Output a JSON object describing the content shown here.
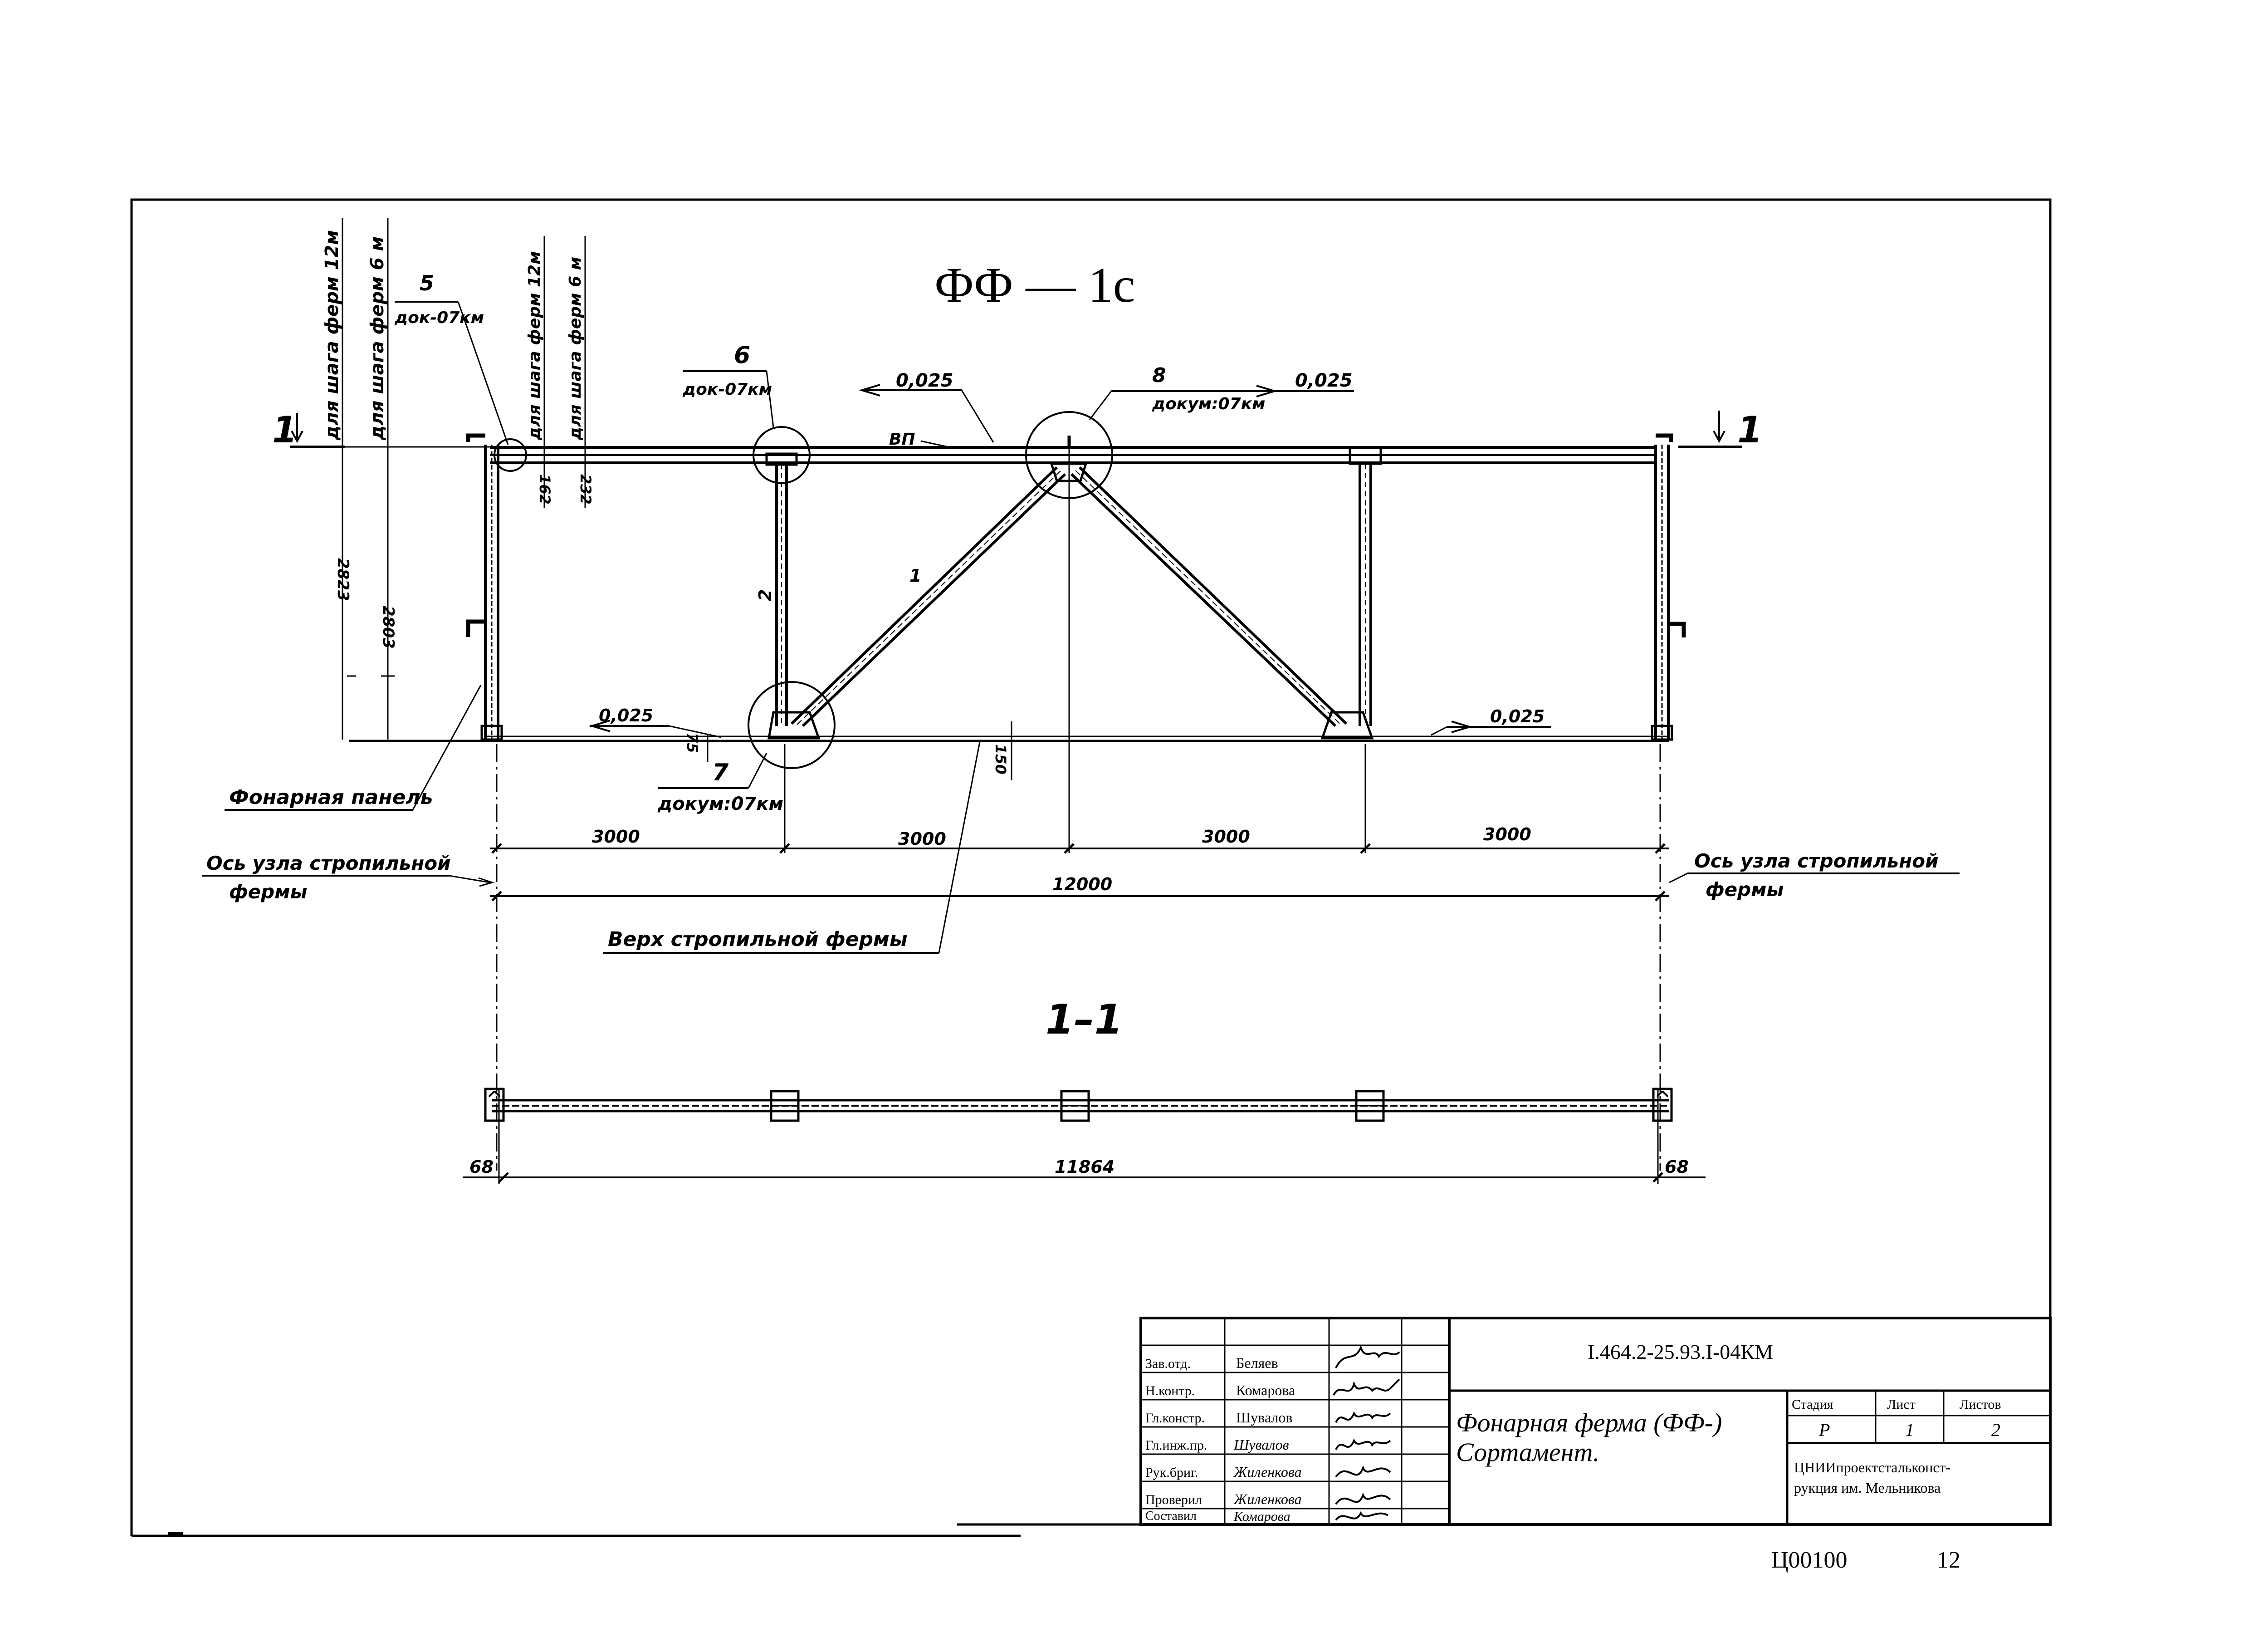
{
  "drawing": {
    "title": "ФФ — 1с",
    "node_labels": [
      {
        "num": "5",
        "ref": "док-07км"
      },
      {
        "num": "6",
        "ref": "док-07км"
      },
      {
        "num": "7",
        "ref": "докум:07км"
      },
      {
        "num": "8",
        "ref": "докум:07км"
      }
    ],
    "slopes": [
      "0,025",
      "0,025",
      "0,025",
      "0,025"
    ],
    "top_chord_mark": "ВП",
    "member_marks": {
      "diagonal": "1",
      "post": "2"
    },
    "section_marks": [
      "1",
      "1"
    ],
    "vertical_notes": [
      "для шага ферм 12м",
      "для шага ферм 6 м",
      "для шага ферм 12м",
      "для шага ферм 6 м"
    ],
    "dimensions": {
      "height_total": "2823",
      "height_panel": "2803",
      "dim_162": "162",
      "dim_232": "232",
      "dim_75": "75",
      "dim_150": "150",
      "spans": [
        "3000",
        "3000",
        "3000",
        "3000"
      ],
      "total": "12000"
    },
    "callouts": {
      "lantern_panel": "Фонарная панель",
      "axis_left": [
        "Ось узла стропильной",
        "фермы"
      ],
      "axis_right": [
        "Ось узла стропильной",
        "фермы"
      ],
      "top_of_truss": "Верх стропильной фермы"
    }
  },
  "section": {
    "label": "1–1",
    "dim_left": "68",
    "dim_total": "11864",
    "dim_right": "68"
  },
  "title_block": {
    "code": "I.464.2-25.93.I-04КМ",
    "name_line1": "Фонарная ферма (ФФ-)",
    "name_line2": "Сортамент.",
    "roles": [
      "Зав.отд.",
      "Н.контр.",
      "Гл.констр.",
      "Гл.инж.пр.",
      "Рук.бриг.",
      "Проверил",
      "Составил"
    ],
    "names": [
      "Беляев",
      "Комарова",
      "Шувалов",
      "Шувалов",
      "Жиленкова",
      "Жиленкова",
      "Комарова"
    ],
    "stage_header": "Стадия",
    "sheet_header": "Лист",
    "sheets_header": "Листов",
    "stage": "Р",
    "sheet": "1",
    "sheets": "2",
    "org_line1": "ЦНИИпроектстальконст-",
    "org_line2": "рукция им. Мельникова"
  },
  "footer": {
    "archive_code": "Ц00100",
    "page_number": "12"
  }
}
